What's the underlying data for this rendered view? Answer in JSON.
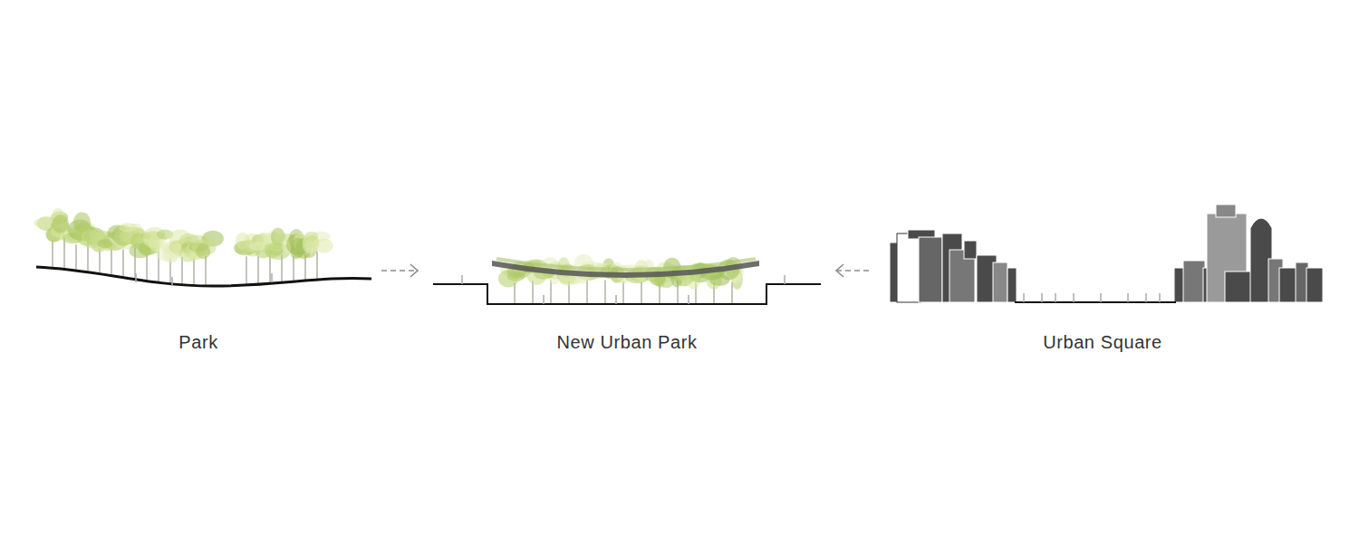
{
  "diagram": {
    "nodes": [
      {
        "text": [
          "Park"
        ]
      },
      {
        "text": [
          "New Urban Park"
        ]
      },
      {
        "text": [
          "Urban Square"
        ]
      }
    ],
    "edges": [
      {
        "from": 0,
        "to": 1,
        "arrow": "to"
      },
      {
        "from": 2,
        "to": 1,
        "arrow": "to"
      }
    ]
  }
}
